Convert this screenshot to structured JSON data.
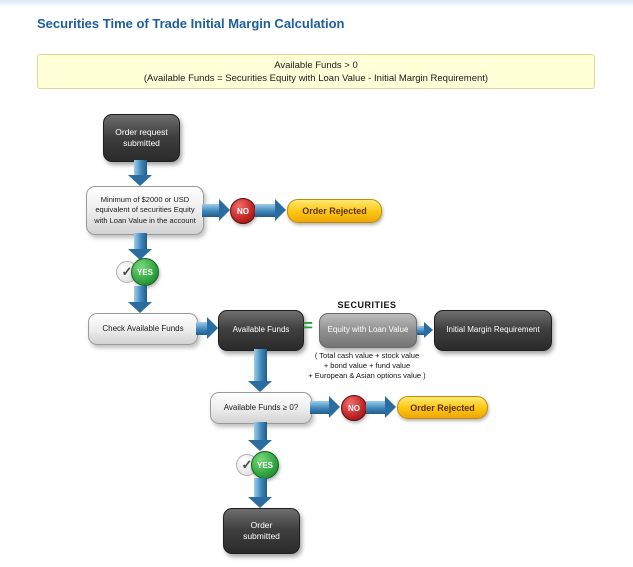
{
  "colors": {
    "title_blue": "#1b5e9e",
    "banner_bg": "#ffffd8",
    "arrow_blue": "#2b6da0",
    "no_red": "#c62828",
    "yes_green": "#34a843",
    "rejected_yellow": "#fdc50f",
    "dark_node": "#404040",
    "equals_green": "#27a03a"
  },
  "title": "Securities Time of Trade Initial Margin Calculation",
  "banner": {
    "line1": "Available Funds > 0",
    "line2": "(Available Funds = Securities Equity with Loan Value - Initial Margin Requirement)"
  },
  "nodes": {
    "order_request": "Order request\nsubmitted",
    "minimum_check": "Minimum of $2000 or USD\nequivalent of securities Equity\nwith Loan Value in the account",
    "check_available_funds": "Check Available Funds",
    "available_funds": "Available Funds",
    "equity_with_loan_value": "Equity with Loan Value",
    "initial_margin_requirement": "Initial Margin Requirement",
    "available_funds_check": "Available Funds ≥ 0?",
    "order_submitted": "Order\nsubmitted"
  },
  "labels": {
    "securities": "SECURITIES",
    "equals": "=",
    "no": "NO",
    "yes": "YES",
    "check": "✓",
    "order_rejected": "Order Rejected",
    "equity_note": "( Total cash value + stock value\n+ bond value + fund value\n+ European & Asian options value )"
  }
}
